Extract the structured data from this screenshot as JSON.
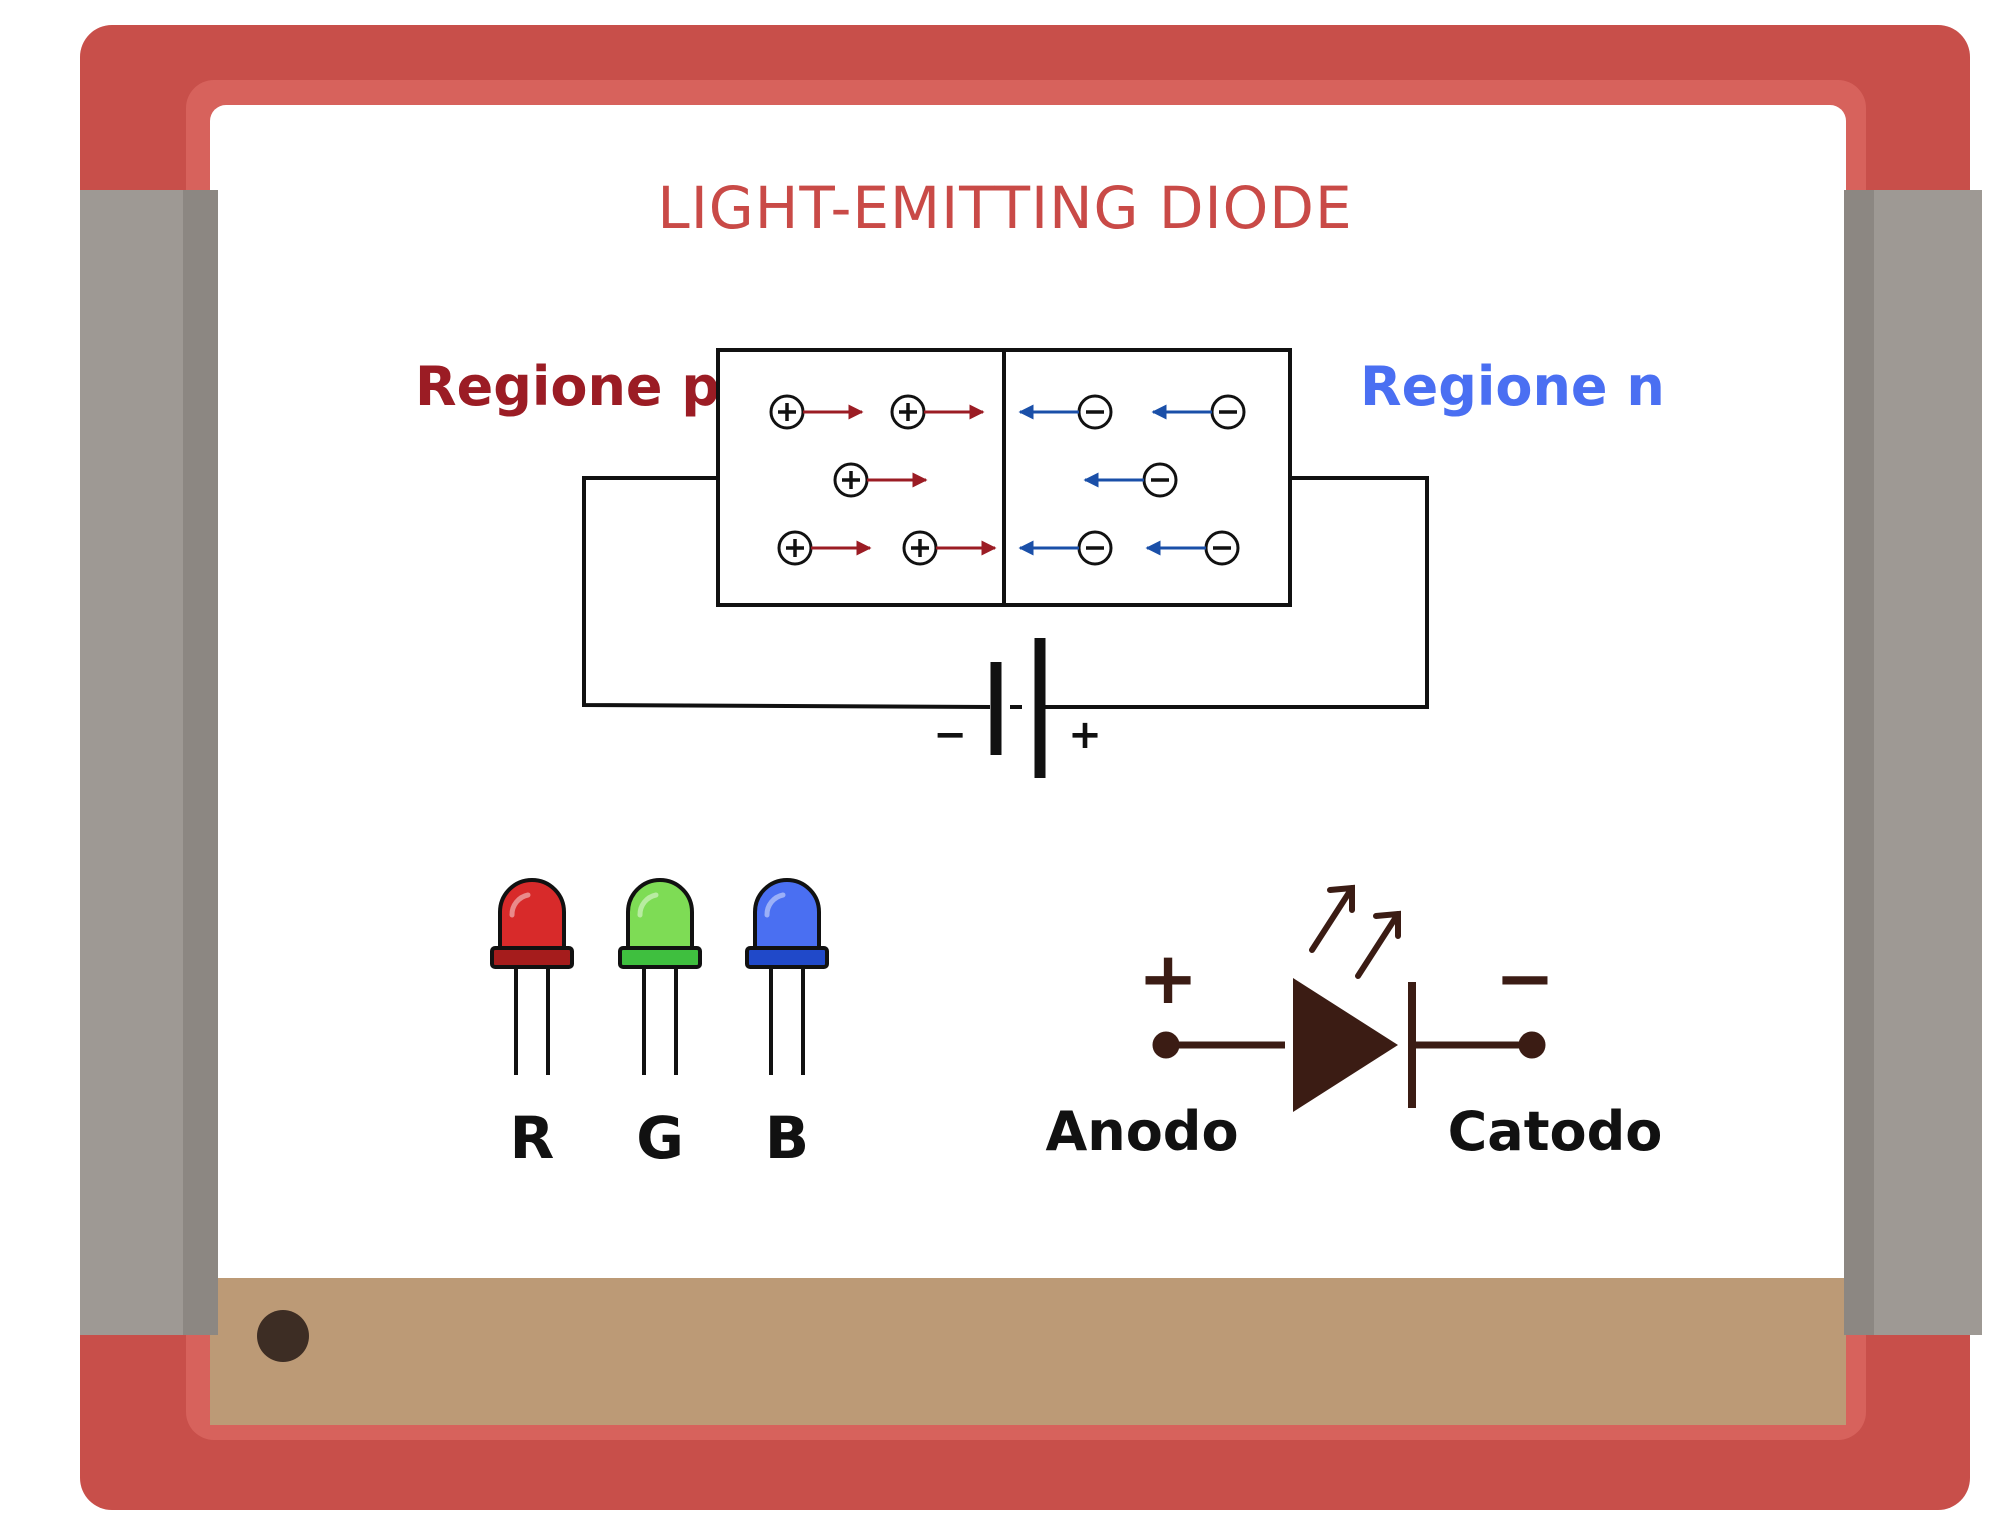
{
  "board": {
    "frame_color": "#c84f4a",
    "surface_color": "#ffffff",
    "clip_color": "#9e9994",
    "tray_color": "#bc9a76",
    "knob_color": "#3d2d24"
  },
  "diagram": {
    "title": "LIGHT-EMITTING DIODE",
    "region_p_label": "Regione p",
    "region_n_label": "Regione n",
    "region_p_color": "#9b1c24",
    "region_n_color": "#4a6ff2",
    "battery": {
      "negative_label": "−",
      "positive_label": "+"
    },
    "p_carriers": {
      "symbol": "+",
      "arrow_color": "#9b1c24",
      "direction": "right",
      "count": 5
    },
    "n_carriers": {
      "symbol": "−",
      "arrow_color": "#1a4fa8",
      "direction": "left",
      "count": 5
    }
  },
  "leds": [
    {
      "label": "R",
      "color": "#d82a2a",
      "dark": "#a51c1c"
    },
    {
      "label": "G",
      "color": "#7edc55",
      "dark": "#3fbf3f"
    },
    {
      "label": "B",
      "color": "#4a6ff2",
      "dark": "#2049c9"
    }
  ],
  "led_symbol": {
    "anode_label": "Anodo",
    "cathode_label": "Catodo",
    "anode_sign": "+",
    "cathode_sign": "−",
    "color": "#3b1c14"
  }
}
